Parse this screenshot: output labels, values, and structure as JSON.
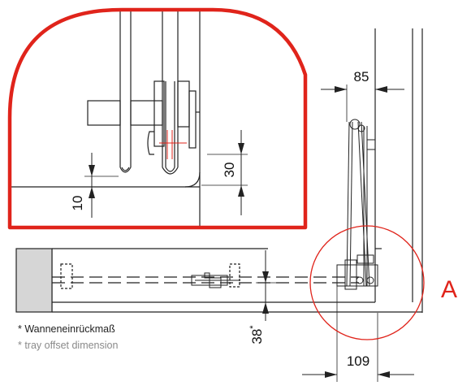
{
  "dimensions": {
    "depth_top": "85",
    "detail_gap": "30",
    "detail_offset": "10",
    "tray_offset": "38",
    "tray_offset_mark": "*",
    "depth_bottom": "109"
  },
  "callout": {
    "label": "A",
    "color": "#e0241b"
  },
  "notes": {
    "german": "* Wanneneinrückmaß",
    "english": "* tray offset dimension"
  },
  "colors": {
    "line": "#222222",
    "accent": "#e0241b",
    "wall_fill": "#d6d6d6"
  }
}
